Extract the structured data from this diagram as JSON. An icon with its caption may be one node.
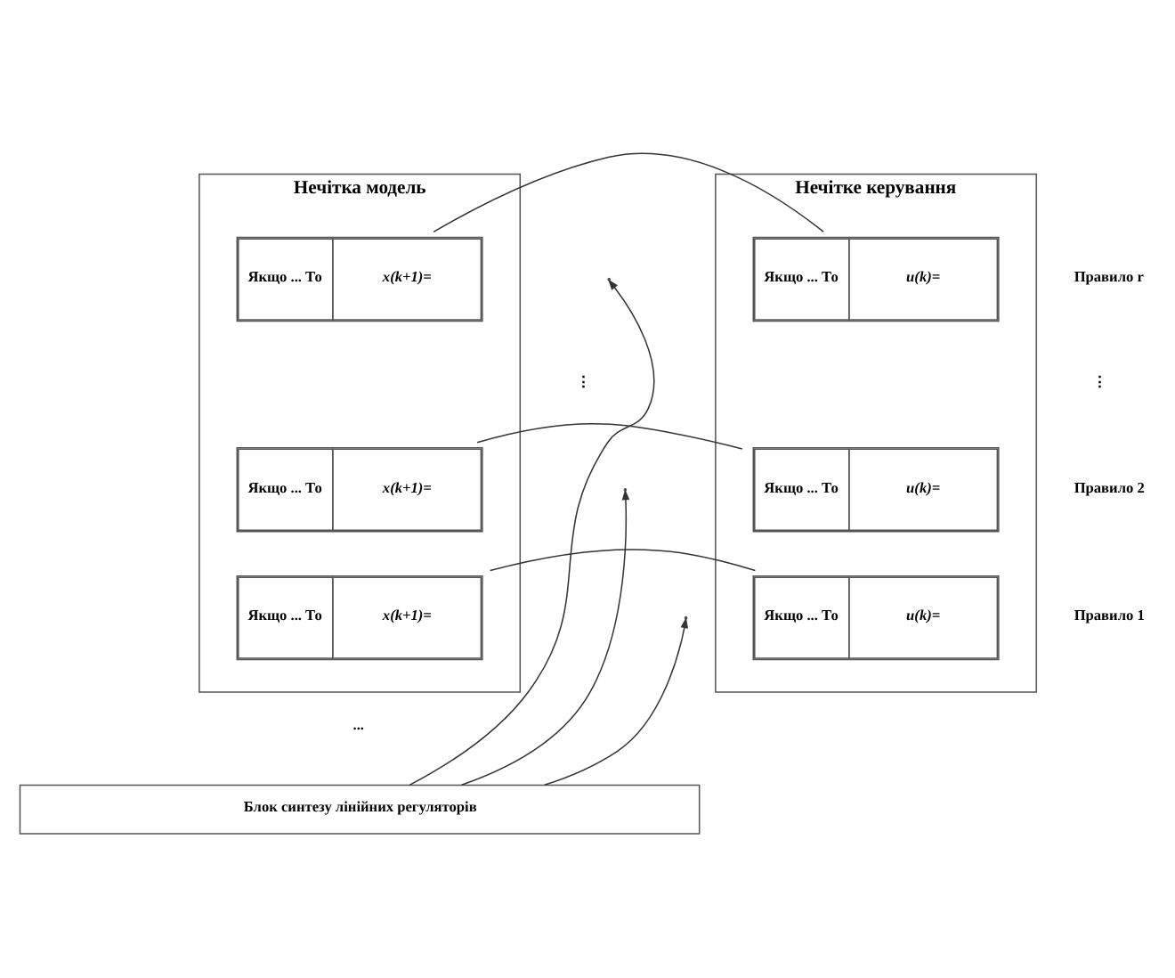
{
  "diagram": {
    "nodes": [
      {
        "text": [
          "Нечітка модель"
        ]
      },
      {
        "text": [
          "Якщо ... То",
          "x(k+1)="
        ],
        "in": 0
      },
      {
        "text": [
          "Якщо ... То",
          "x(k+1)="
        ],
        "in": 0
      },
      {
        "text": [
          "Якщо ... То",
          "x(k+1)="
        ],
        "in": 0
      },
      {
        "text": [
          "Нечітке керування"
        ]
      },
      {
        "text": [
          "Якщо ... То",
          "u(k)="
        ],
        "in": 4
      },
      {
        "text": [
          "Якщо ... То",
          "u(k)="
        ],
        "in": 4
      },
      {
        "text": [
          "Якщо ... То",
          "u(k)="
        ],
        "in": 4
      },
      {
        "text": [
          "Блок синтезу лінійних регуляторів"
        ]
      }
    ],
    "edges": [
      {
        "from": 1,
        "to": 5,
        "arrow": "none"
      },
      {
        "from": 2,
        "to": 6,
        "arrow": "none"
      },
      {
        "from": 3,
        "to": 7,
        "arrow": "none"
      },
      {
        "from": 8,
        "to": null,
        "arrow": "to"
      },
      {
        "from": 8,
        "to": null,
        "arrow": "to"
      },
      {
        "from": 8,
        "to": null,
        "arrow": "to"
      }
    ],
    "labels": [
      "Правило r",
      "⋮",
      "⋮",
      "Правило 2",
      "Правило 1",
      "..."
    ]
  }
}
